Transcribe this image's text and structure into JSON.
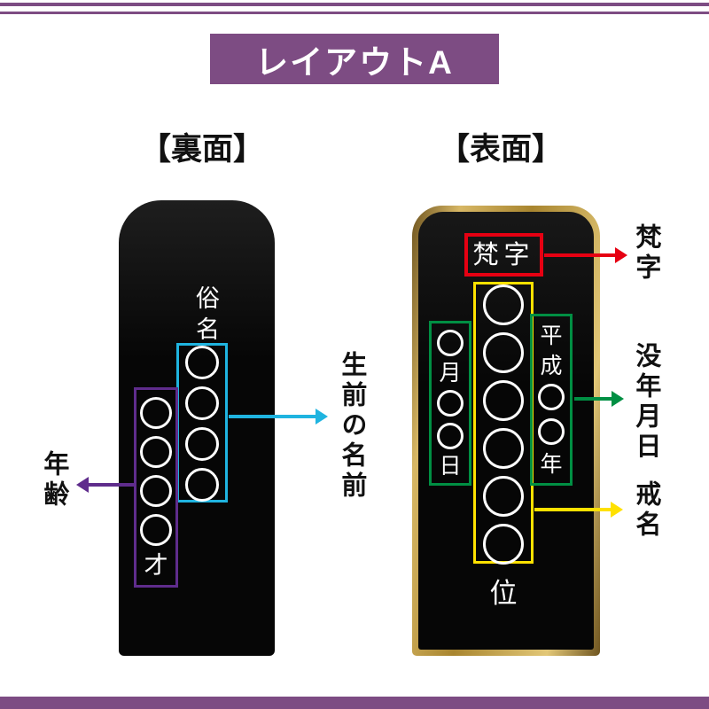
{
  "header": {
    "title": "レイアウトA"
  },
  "back_panel": {
    "heading": "【裏面】",
    "tablet": {
      "name_title": "俗名",
      "name_circle_count": 4,
      "age_circle_count": 4,
      "age_unit": "才"
    },
    "callouts": {
      "name_label": "生前の名前",
      "age_label": "年齢"
    }
  },
  "front_panel": {
    "heading": "【表面】",
    "tablet": {
      "bonji": "梵字",
      "kaimyo_circle_count": 6,
      "month_day_sequence": [
        "○",
        "月",
        "○",
        "○",
        "日"
      ],
      "era_year_sequence": [
        "平",
        "成",
        "○",
        "○",
        "年"
      ],
      "rank": "位"
    },
    "callouts": {
      "bonji_label": "梵字",
      "death_date_label": "没年月日",
      "kaimyo_label": "戒名"
    }
  },
  "colors": {
    "accent_purple": "#7d4c83",
    "cyan": "#1fb4e0",
    "violet": "#5f2c8c",
    "red": "#e60012",
    "green": "#008f43",
    "yellow": "#ffe100",
    "gold": "#b8923f",
    "tablet_black": "#0a0a0a",
    "circle_white": "#ffffff"
  }
}
